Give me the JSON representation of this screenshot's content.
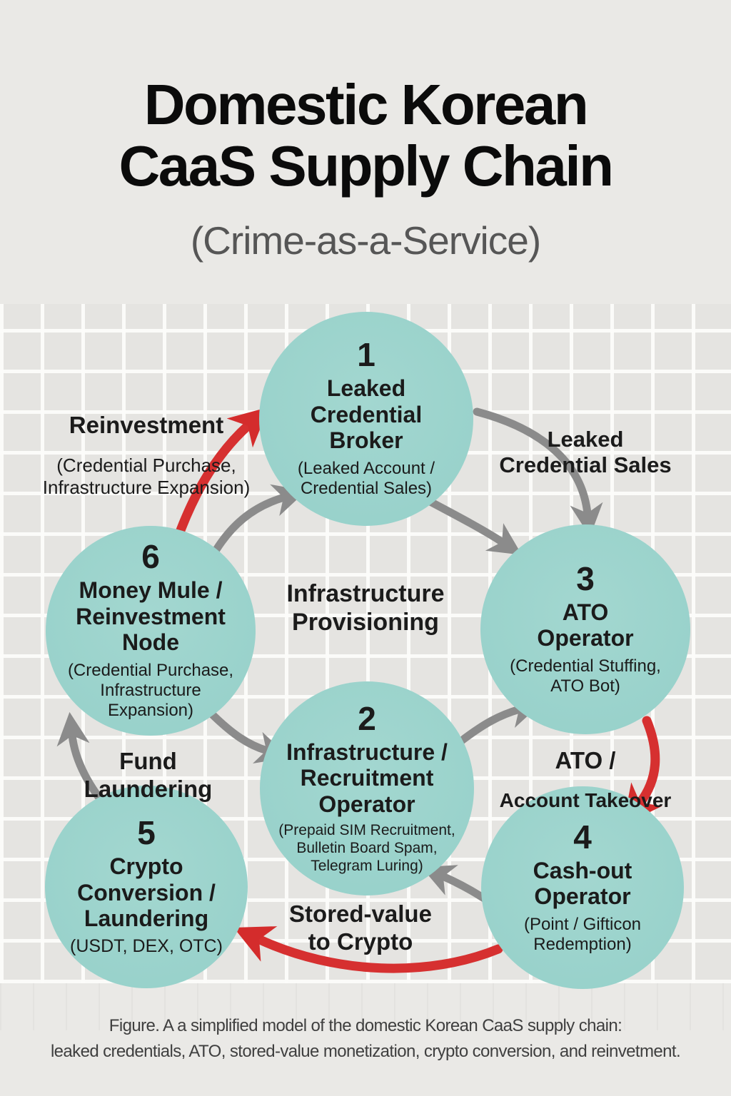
{
  "header": {
    "title": "Domestic Korean\nCaaS Supply Chain",
    "subtitle": "(Crime-as-a-Service)"
  },
  "nodes": [
    {
      "number": "1",
      "title": "Leaked\nCredential\nBroker",
      "subtitle": "(Leaked Account /\nCredential Sales)"
    },
    {
      "number": "2",
      "title": "Infrastructure /\nRecruitment\nOperator",
      "subtitle": "(Prepaid SIM Recruitment,\nBulletin Board Spam,\nTelegram Luring)"
    },
    {
      "number": "3",
      "title": "ATO\nOperator",
      "subtitle": "(Credential Stuffing,\nATO Bot)"
    },
    {
      "number": "4",
      "title": "Cash-out\nOperator",
      "subtitle": "(Point / Gifticon\nRedemption)"
    },
    {
      "number": "5",
      "title": "Crypto\nConversion /\nLaundering",
      "subtitle": "(USDT, DEX, OTC)"
    },
    {
      "number": "6",
      "title": "Money Mule /\nReinvestment\nNode",
      "subtitle": "(Credential Purchase,\nInfrastructure\nExpansion)"
    }
  ],
  "edge_labels": {
    "reinvestment": {
      "title": "Reinvestment",
      "subtitle": "(Credential Purchase,\nInfrastructure Expansion)"
    },
    "leaked_credential_sales": "Leaked\nCredential Sales",
    "infrastructure_provisioning": "Infrastructure\nProvisioning",
    "ato": {
      "title": "ATO /",
      "subtitle": "Account Takeover"
    },
    "fund_laundering": "Fund\nLaundering",
    "stored_value_to_crypto": "Stored-value\nto Crypto"
  },
  "edges": [
    {
      "from": "6",
      "to": "1",
      "color": "red",
      "label": "Reinvestment (Credential Purchase, Infrastructure Expansion)"
    },
    {
      "from": "6",
      "to": "1",
      "color": "gray",
      "label": ""
    },
    {
      "from": "1",
      "to": "3",
      "color": "gray",
      "label": "Leaked Credential Sales"
    },
    {
      "from": "1",
      "to": "3",
      "color": "gray",
      "label": ""
    },
    {
      "from": "6",
      "to": "2",
      "color": "gray",
      "label": ""
    },
    {
      "from": "2",
      "to": "3",
      "color": "gray",
      "label": ""
    },
    {
      "from": "3",
      "to": "4",
      "color": "red",
      "label": "ATO / Account Takeover"
    },
    {
      "from": "4",
      "to": "2",
      "color": "gray",
      "label": ""
    },
    {
      "from": "4",
      "to": "5",
      "color": "red",
      "label": "Stored-value to Crypto"
    },
    {
      "from": "5",
      "to": "6",
      "color": "gray",
      "label": "Fund Laundering"
    }
  ],
  "caption": "Figure. A a simplified model of the domestic Korean CaaS supply chain:\nleaked credentials, ATO, stored-value monetization, crypto conversion, and reinvetment.",
  "colors": {
    "background": "#eae9e6",
    "node_fill": "#9bd3cc",
    "node_text": "#1b1b1b",
    "arrow_gray": "#8b8b8b",
    "arrow_red": "#d63030",
    "title_text": "#0b0b0b",
    "subtitle_text": "#565656"
  }
}
